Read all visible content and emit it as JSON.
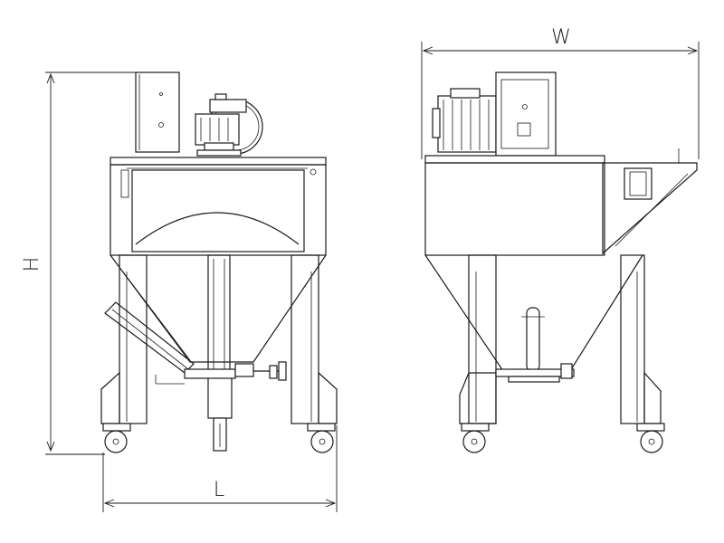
{
  "dimensions": {
    "height_label": "H",
    "length_label": "L",
    "width_label": "W"
  }
}
